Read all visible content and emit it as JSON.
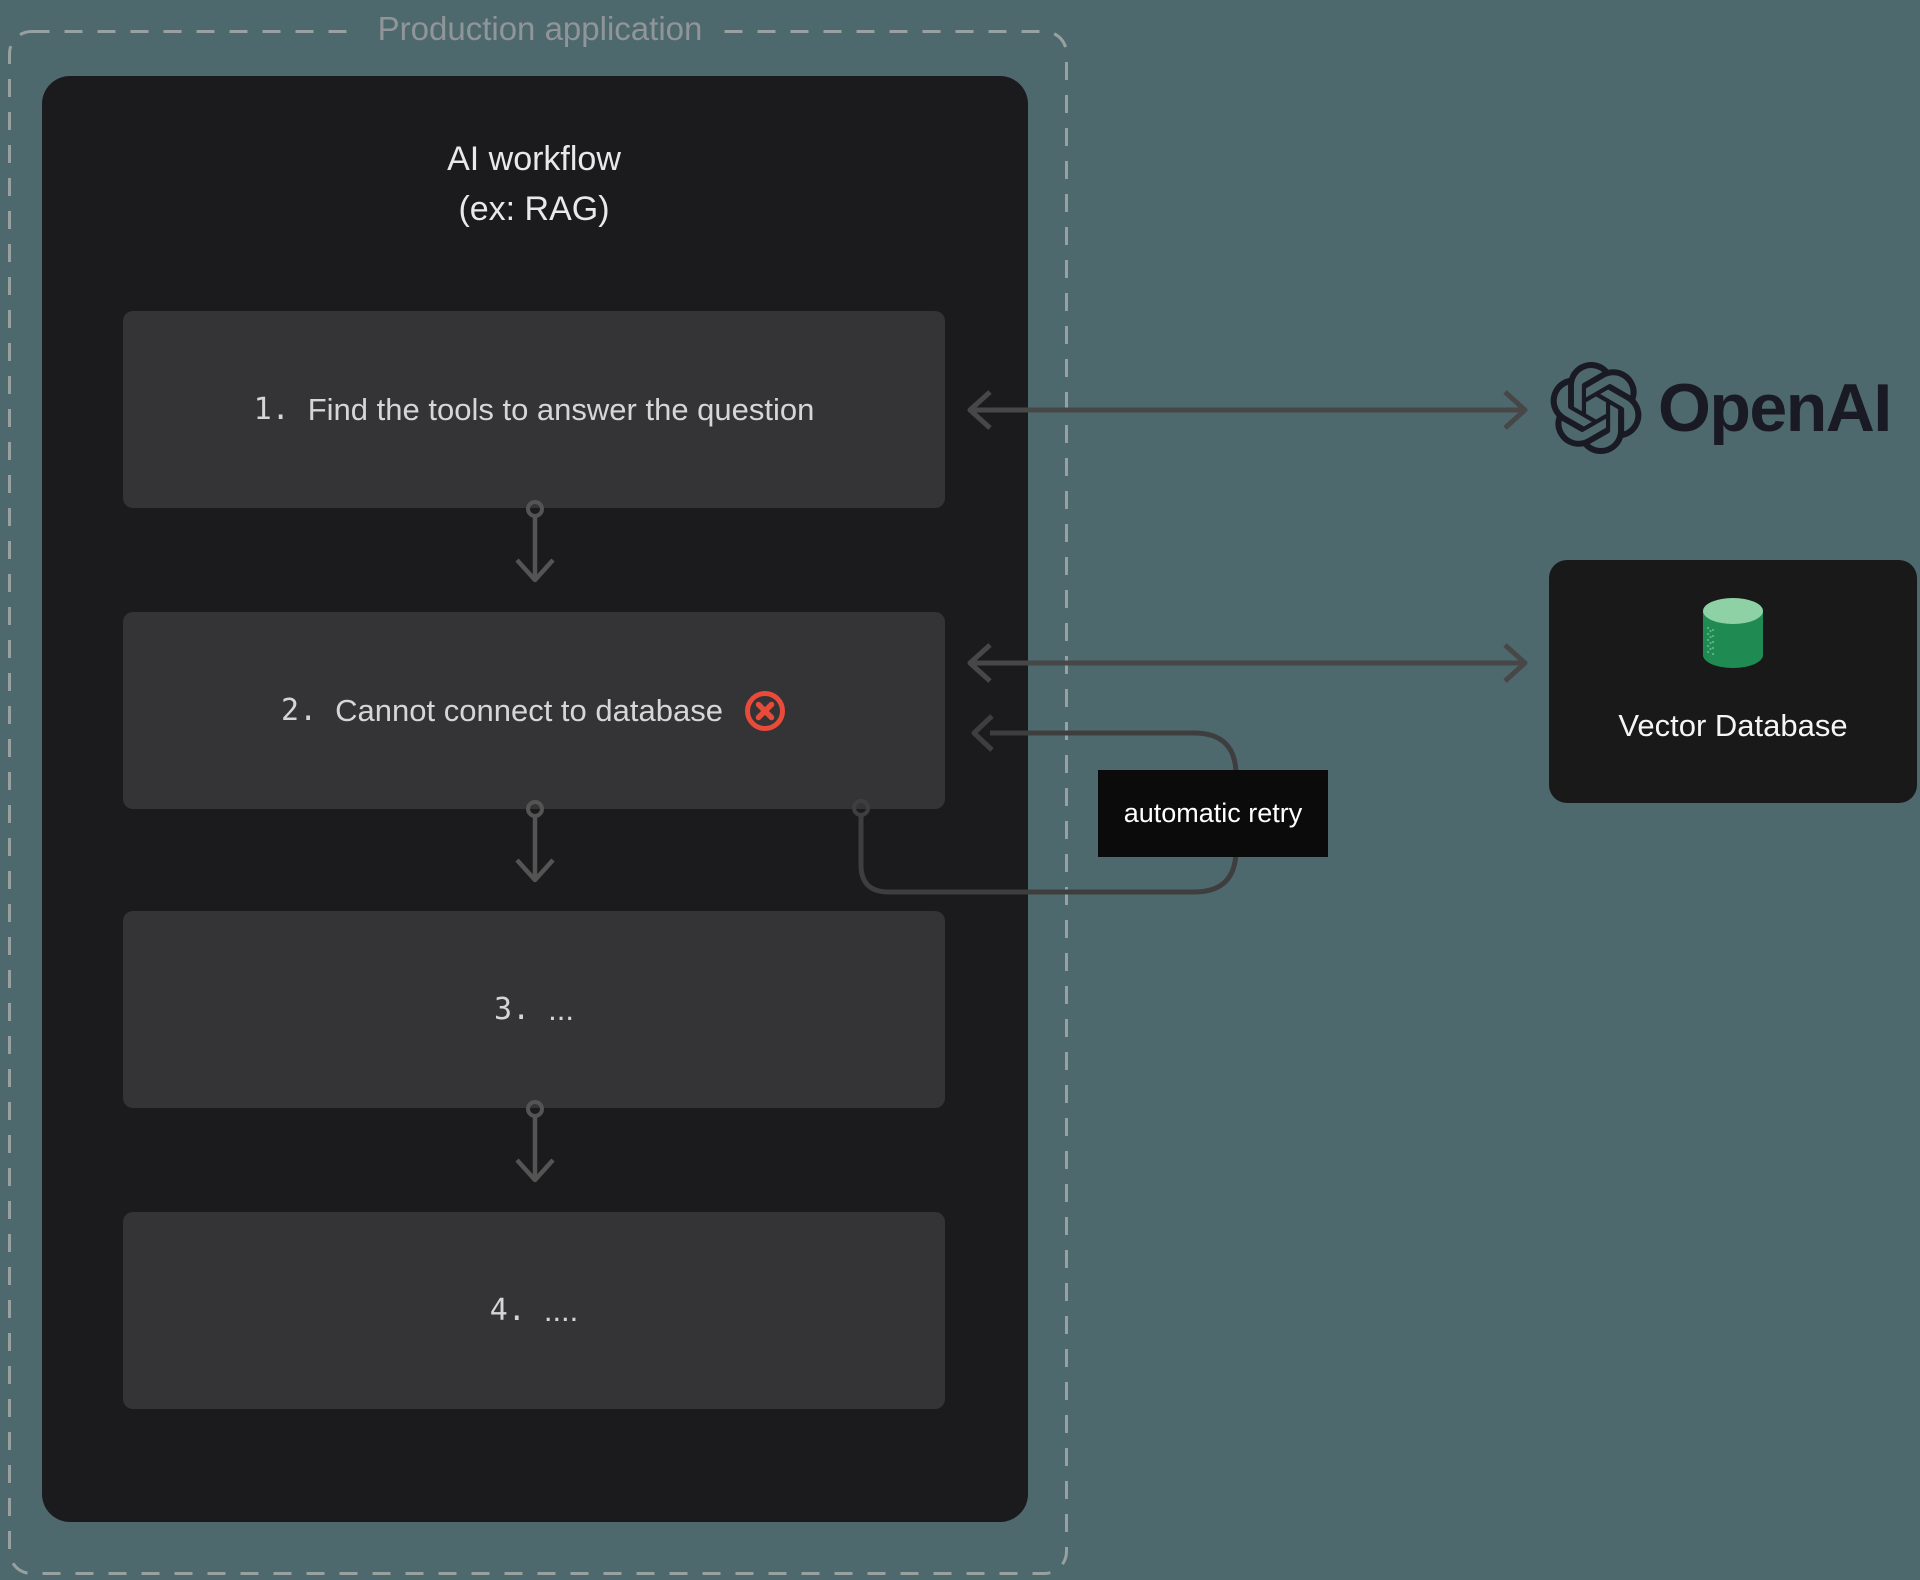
{
  "container": {
    "label": "Production application"
  },
  "workflow": {
    "title_line1": "AI workflow",
    "title_line2": "(ex: RAG)",
    "steps": [
      {
        "number": "1.",
        "text": "Find the tools to answer the question",
        "error": false
      },
      {
        "number": "2.",
        "text": "Cannot connect to database",
        "error": true
      },
      {
        "number": "3.",
        "text": "...",
        "error": false
      },
      {
        "number": "4.",
        "text": "....",
        "error": false
      }
    ]
  },
  "retry": {
    "label": "automatic retry"
  },
  "openai": {
    "wordmark": "OpenAI"
  },
  "vector_db": {
    "label": "Vector Database"
  },
  "colors": {
    "background": "#4e696d",
    "app_box": "#1b1b1d",
    "step_box": "#343436",
    "error_red": "#e84b3a",
    "arrow_gray": "#474747",
    "dashed_border": "#98a0a0",
    "retry_label_bg": "#0b0b0b",
    "cylinder_top_green": "#8ed1a5",
    "cylinder_body_green": "#1f8b53",
    "openai_logo": "#1a1a24"
  }
}
